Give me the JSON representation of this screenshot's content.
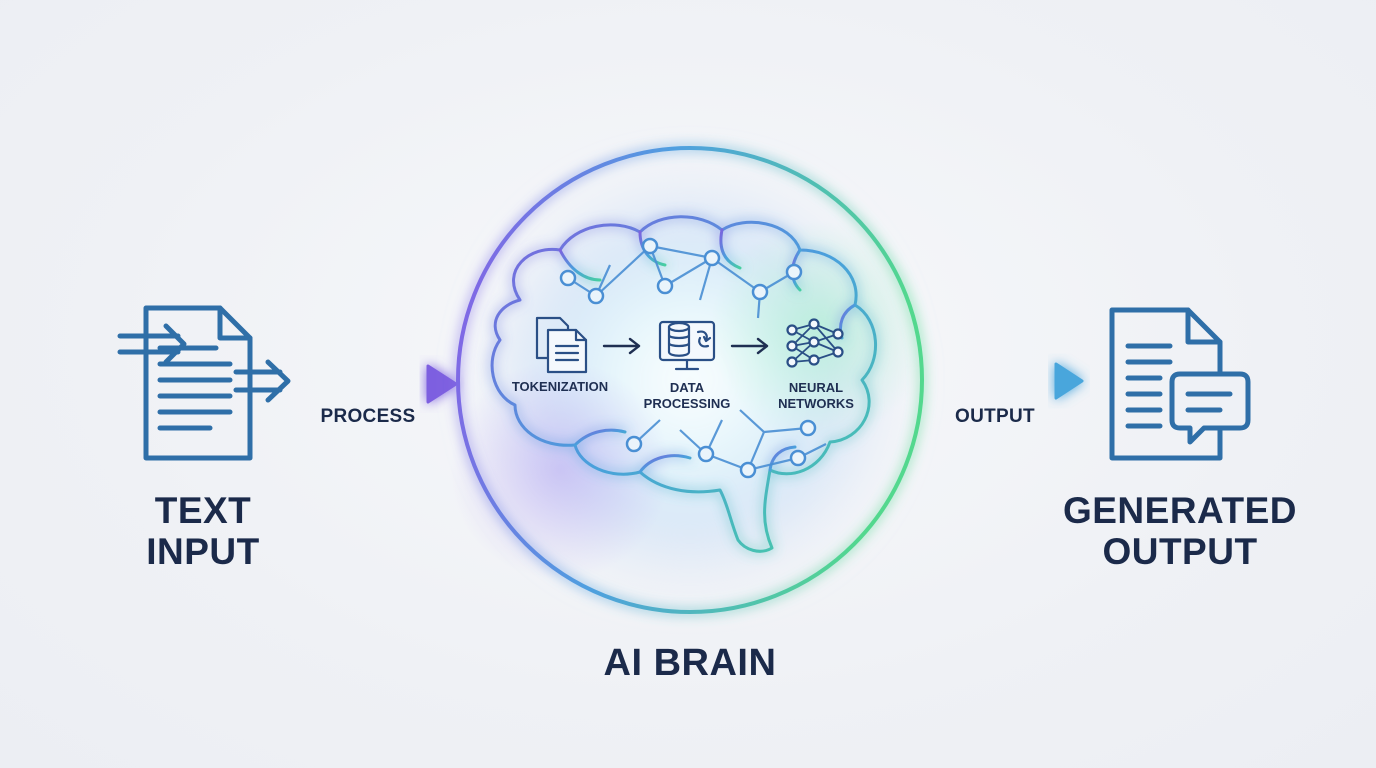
{
  "input": {
    "title_line1": "TEXT",
    "title_line2": "INPUT",
    "icon": "document-input-icon"
  },
  "process_arrow": {
    "label": "PROCESS"
  },
  "brain": {
    "title": "AI BRAIN",
    "steps": [
      {
        "label": "TOKENIZATION",
        "icon": "documents-icon"
      },
      {
        "label_line1": "DATA",
        "label_line2": "PROCESSING",
        "icon": "database-monitor-icon"
      },
      {
        "label_line1": "NEURAL",
        "label_line2": "NETWORKS",
        "icon": "neural-network-icon"
      }
    ]
  },
  "output_arrow": {
    "label": "OUTPUT"
  },
  "output": {
    "title_line1": "GENERATED",
    "title_line2": "OUTPUT",
    "icon": "document-chat-icon"
  },
  "colors": {
    "text": "#1b2a4a",
    "icon_blue": "#2f6fa8",
    "purple": "#7a5ce0",
    "teal": "#3fc8c0",
    "green": "#5ad68c",
    "arrow_blue": "#4aa6dc"
  }
}
